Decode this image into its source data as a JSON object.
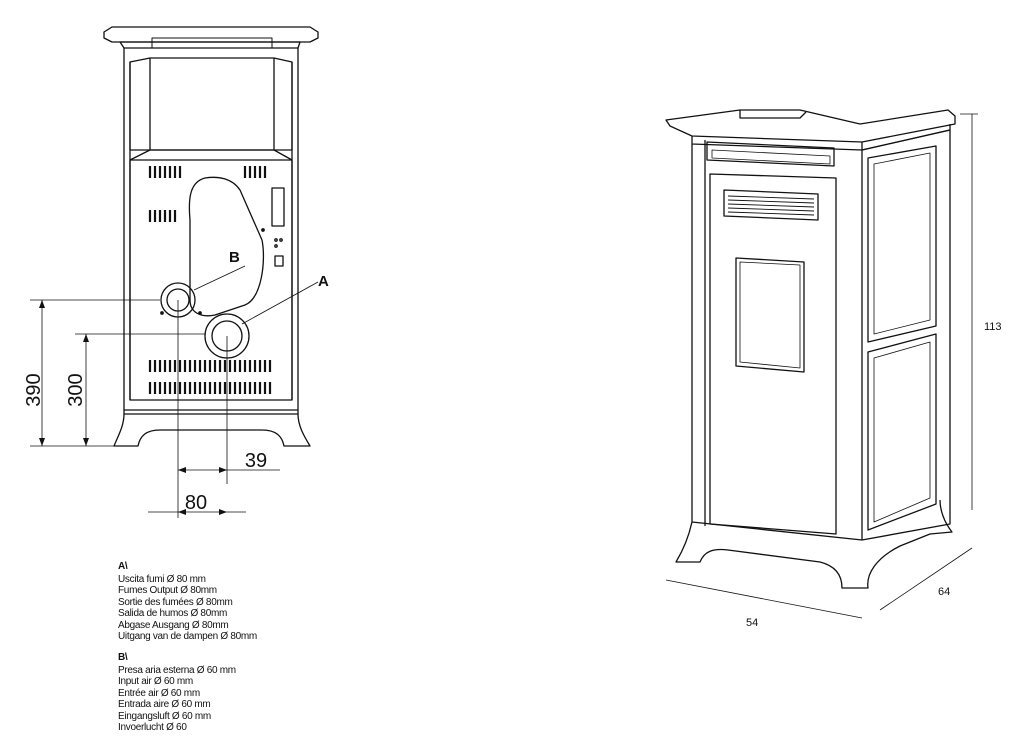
{
  "callouts": {
    "a": "A",
    "b": "B"
  },
  "dimensions": {
    "height_390": "390",
    "height_300": "300",
    "width_80": "80",
    "offset_39": "39",
    "height_113": "113",
    "width_54": "54",
    "depth_64": "64"
  },
  "legend": {
    "a": {
      "header": "A\\",
      "lines": [
        "Uscita fumi Ø 80 mm",
        "Fumes Output Ø 80mm",
        "Sortie des fumées Ø 80mm",
        "Salida de humos Ø 80mm",
        "Abgase Ausgang Ø 80mm",
        "Uitgang van de dampen Ø 80mm"
      ]
    },
    "b": {
      "header": "B\\",
      "lines": [
        "Presa aria esterna Ø 60 mm",
        "Input air Ø 60 mm",
        "Entrée air Ø 60 mm",
        "Entrada aire Ø 60 mm",
        "Eingangsluft Ø 60 mm",
        "Invoerlucht Ø 60"
      ]
    }
  },
  "colors": {
    "line": "#111111",
    "background": "#ffffff"
  }
}
